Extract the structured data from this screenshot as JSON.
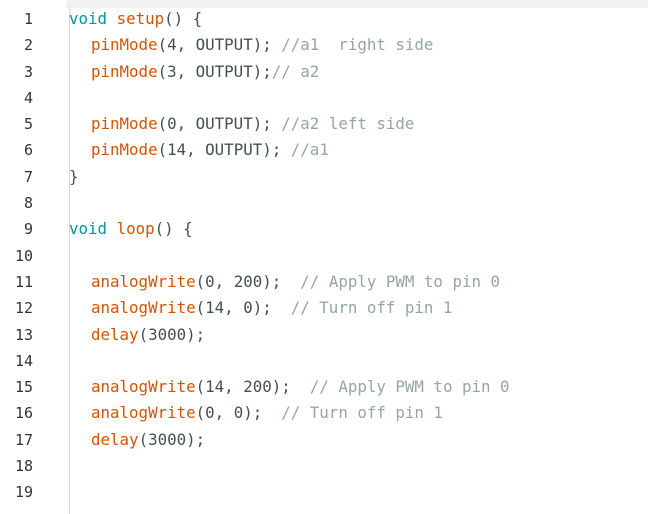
{
  "editor": {
    "line_numbers": [
      "1",
      "2",
      "3",
      "4",
      "5",
      "6",
      "7",
      "8",
      "9",
      "10",
      "11",
      "12",
      "13",
      "14",
      "15",
      "16",
      "17",
      "18",
      "19"
    ],
    "lines": {
      "l1": {
        "kw": "void",
        "sp": " ",
        "fn": "setup",
        "rest": "() {"
      },
      "l2": {
        "fn": "pinMode",
        "open": "(",
        "arg1": "4",
        "sep": ", ",
        "const": "OUTPUT",
        "close": "); ",
        "comment": "//a1  right side"
      },
      "l3": {
        "fn": "pinMode",
        "open": "(",
        "arg1": "3",
        "sep": ", ",
        "const": "OUTPUT",
        "close": ");",
        "comment": "// a2"
      },
      "l5": {
        "fn": "pinMode",
        "open": "(",
        "arg1": "0",
        "sep": ", ",
        "const": "OUTPUT",
        "close": "); ",
        "comment": "//a2 left side"
      },
      "l6": {
        "fn": "pinMode",
        "open": "(",
        "arg1": "14",
        "sep": ", ",
        "const": "OUTPUT",
        "close": "); ",
        "comment": "//a1"
      },
      "l7": {
        "text": "}"
      },
      "l9": {
        "kw": "void",
        "sp": " ",
        "fn": "loop",
        "rest": "() {"
      },
      "l11": {
        "fn": "analogWrite",
        "open": "(",
        "arg1": "0",
        "sep": ", ",
        "arg2": "200",
        "close": ");  ",
        "comment": "// Apply PWM to pin 0"
      },
      "l12": {
        "fn": "analogWrite",
        "open": "(",
        "arg1": "14",
        "sep": ", ",
        "arg2": "0",
        "close": ");  ",
        "comment": "// Turn off pin 1"
      },
      "l13": {
        "fn": "delay",
        "open": "(",
        "arg1": "3000",
        "close": ");"
      },
      "l15": {
        "fn": "analogWrite",
        "open": "(",
        "arg1": "14",
        "sep": ", ",
        "arg2": "200",
        "close": ");  ",
        "comment": "// Apply PWM to pin 0"
      },
      "l16": {
        "fn": "analogWrite",
        "open": "(",
        "arg1": "0",
        "sep": ", ",
        "arg2": "0",
        "close": ");  ",
        "comment": "// Turn off pin 1"
      },
      "l17": {
        "fn": "delay",
        "open": "(",
        "arg1": "3000",
        "close": ");"
      }
    },
    "colors": {
      "keyword": "#00979c",
      "function": "#d35400",
      "constant": "#00979c",
      "comment": "#95a5a6",
      "text": "#434f54"
    }
  }
}
